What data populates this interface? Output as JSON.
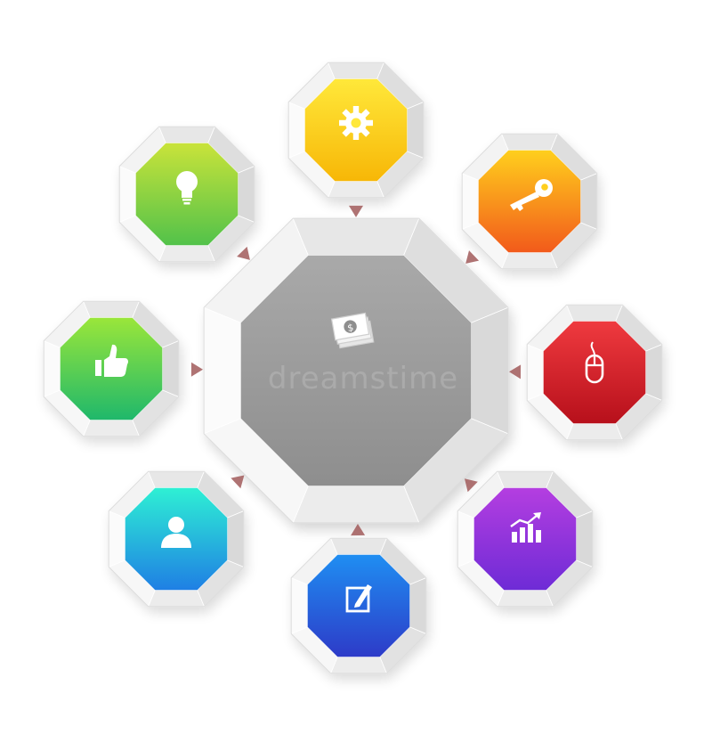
{
  "diagram": {
    "center": {
      "icon": "dollar-bills-icon",
      "fill": "#8e8e8e",
      "fill_light": "#a9a9a9"
    },
    "nodes": [
      {
        "id": "settings",
        "icon": "gear-icon",
        "color_top": "#ffe83a",
        "color_bottom": "#f7b707",
        "interactable": true
      },
      {
        "id": "key",
        "icon": "key-icon",
        "color_top": "#ffcf1d",
        "color_bottom": "#f25a1b",
        "interactable": true
      },
      {
        "id": "mouse",
        "icon": "computer-mouse-icon",
        "color_top": "#ef3a3f",
        "color_bottom": "#b7101b",
        "interactable": true
      },
      {
        "id": "growth",
        "icon": "bar-chart-growth-icon",
        "color_top": "#b43ee0",
        "color_bottom": "#6e2bd6",
        "interactable": true
      },
      {
        "id": "edit",
        "icon": "edit-note-icon",
        "color_top": "#1f8ef2",
        "color_bottom": "#2d3bc8",
        "interactable": true
      },
      {
        "id": "user",
        "icon": "user-icon",
        "color_top": "#2ef0d4",
        "color_bottom": "#1f7fe4",
        "interactable": true
      },
      {
        "id": "like",
        "icon": "thumbs-up-icon",
        "color_top": "#9ae63a",
        "color_bottom": "#1fb86b",
        "interactable": true
      },
      {
        "id": "idea",
        "icon": "lightbulb-icon",
        "color_top": "#c9e33a",
        "color_bottom": "#52c24a",
        "interactable": true
      }
    ],
    "arrow_color": "#a15a5a"
  },
  "watermark": "dreamstime"
}
